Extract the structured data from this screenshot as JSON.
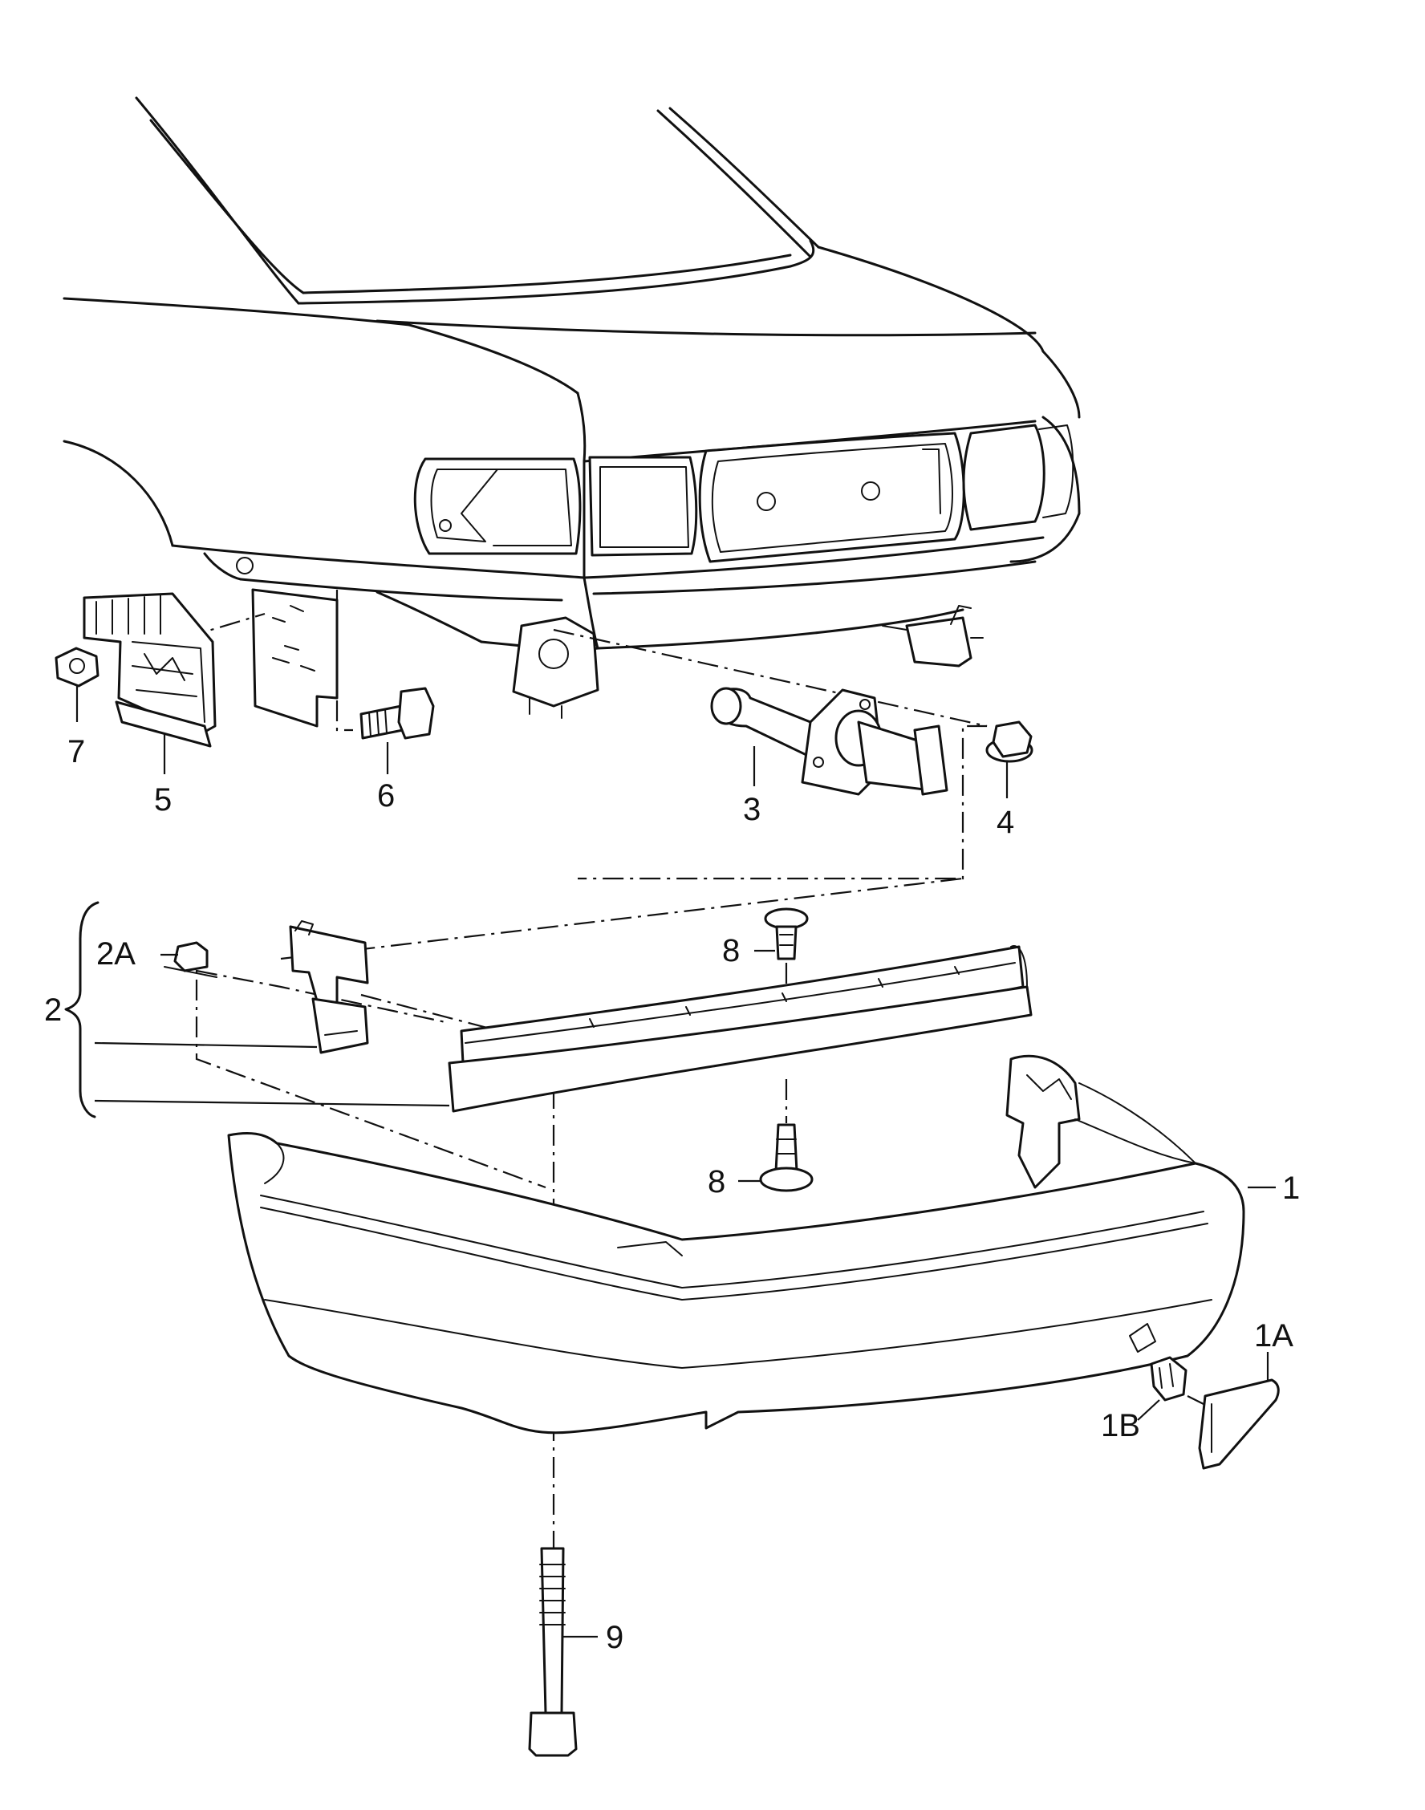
{
  "callouts": [
    {
      "id": "1",
      "text": "1"
    },
    {
      "id": "1A",
      "text": "1A"
    },
    {
      "id": "1B",
      "text": "1B"
    },
    {
      "id": "2",
      "text": "2"
    },
    {
      "id": "2A",
      "text": "2A"
    },
    {
      "id": "3",
      "text": "3"
    },
    {
      "id": "4",
      "text": "4"
    },
    {
      "id": "5",
      "text": "5"
    },
    {
      "id": "6",
      "text": "6"
    },
    {
      "id": "7",
      "text": "7"
    },
    {
      "id": "8a",
      "text": "8"
    },
    {
      "id": "8b",
      "text": "8"
    },
    {
      "id": "9",
      "text": "9"
    }
  ]
}
